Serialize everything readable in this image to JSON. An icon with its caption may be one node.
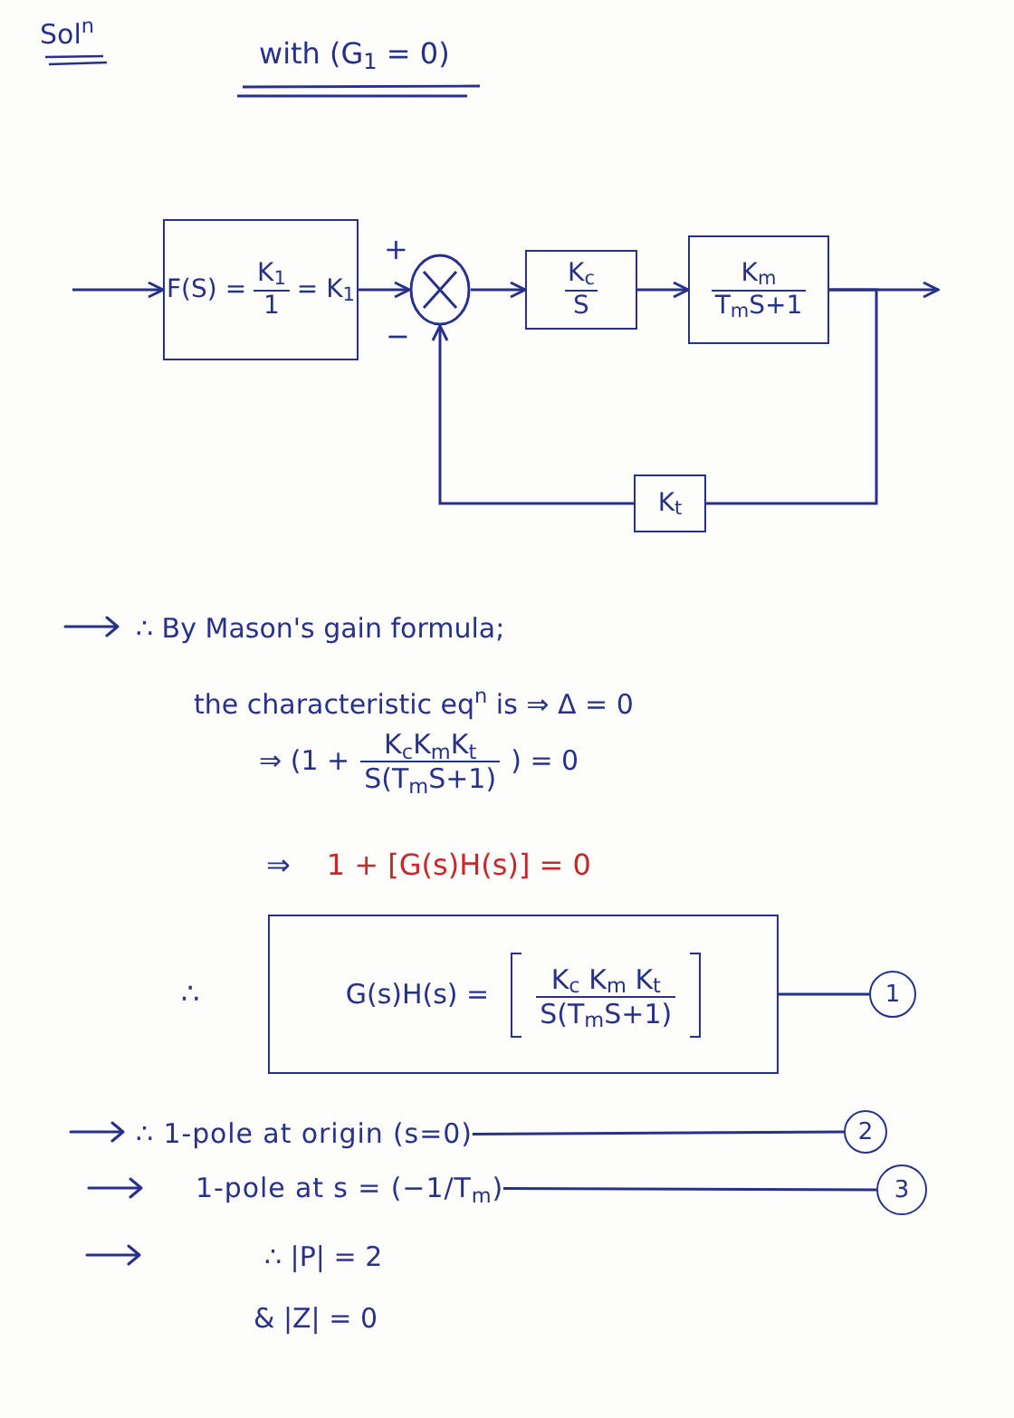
{
  "diagram": {
    "title": "Sol$^{n}$",
    "nodes": [
      {
        "text": [
          "F(S) =",
          "K$_{1}$",
          "1",
          "= K$_{1}$"
        ]
      },
      {
        "text": [],
        "shape": "circle",
        "beside": [
          "+",
          "−"
        ]
      },
      {
        "text": [
          "K$_{c}$",
          "S"
        ]
      },
      {
        "text": [
          "K$_{m}$",
          "T$_{m}$S+1"
        ]
      },
      {
        "text": [
          "K$_{t}$"
        ]
      },
      {
        "text": [
          "G(s)H(s) =",
          "K$_{c}$ K$_{m}$ K$_{t}$",
          "S(T$_{m}$S+1)"
        ]
      },
      {
        "text": [
          "1"
        ]
      },
      {
        "text": [
          "∴ 1-pole at origin (s=0)"
        ]
      },
      {
        "text": [
          "2"
        ]
      },
      {
        "text": [
          "1-pole at s = (−1/T$_{m}$)"
        ]
      },
      {
        "text": [
          "3"
        ]
      }
    ],
    "edges": [
      {
        "from": null,
        "to": 0,
        "arrow": "to"
      },
      {
        "from": 0,
        "to": 1,
        "arrow": "to"
      },
      {
        "from": 1,
        "to": 2,
        "arrow": "to"
      },
      {
        "from": 2,
        "to": 3,
        "arrow": "to"
      },
      {
        "from": 3,
        "to": null,
        "arrow": "to"
      },
      {
        "from": 3,
        "to": 4,
        "arrow": "none"
      },
      {
        "from": 4,
        "to": 1,
        "arrow": "to"
      },
      {
        "from": 5,
        "to": 6,
        "arrow": "none"
      },
      {
        "from": 7,
        "to": 8,
        "arrow": "none"
      },
      {
        "from": 9,
        "to": 10,
        "arrow": "none"
      }
    ],
    "labels": [
      "with (G$_{1}$ = 0)",
      "∴ By Mason's gain formula;",
      "the characteristic eq$^{n}$ is ⇒ Δ = 0",
      "⇒ (1 +",
      "K$_{c}$K$_{m}$K$_{t}$",
      "S(T$_{m}$S+1)",
      ") = 0",
      "⇒",
      "1 + [G(s)H(s)] = 0",
      "∴",
      "∴ |P| = 2",
      "& |Z| = 0"
    ]
  }
}
